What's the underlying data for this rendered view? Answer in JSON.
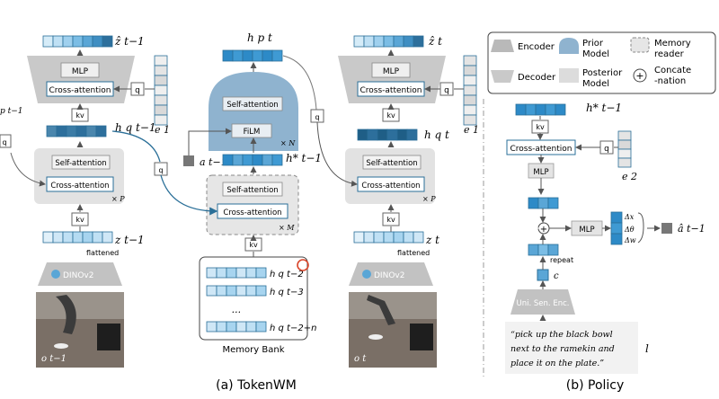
{
  "captions": {
    "left": "(a) TokenWM",
    "right": "(b) Policy"
  },
  "colors": {
    "token_dark": "#2d6f9c",
    "token_mid": "#5aa6d6",
    "token_light": "#bfe0f4",
    "prior": "#8fb3cf",
    "posterior": "#dcdcdc",
    "encoder": "#b9b9b9",
    "decoder": "#c9c9c9",
    "box_border": "#2a6f98",
    "memory_fill": "#e6e6e6",
    "image_bg": "#7a6f66",
    "action_gray": "#777777"
  },
  "legend": {
    "encoder": "Encoder",
    "decoder": "Decoder",
    "prior": "Prior Model",
    "posterior": "Posterior Model",
    "memory": "Memory reader",
    "concat": "Concate -nation"
  },
  "left_block": {
    "out_label": "ẑ t−1",
    "mlp": "MLP",
    "xattn": "Cross-attention",
    "q": "q",
    "kv": "kv",
    "h_label": "h q t−1",
    "self_attn": "Self-attention",
    "xattn2": "Cross-attention",
    "times": "× P",
    "kv2": "kv",
    "z_label": "z t−1",
    "flattened": "flattened",
    "encoder": "DINOv2",
    "image_label": "o t−1",
    "e_label": "e 1",
    "edge_label": "p t−1",
    "edge_q": "q"
  },
  "middle_block": {
    "hp_label": "h p t",
    "self_attn": "Self-attention",
    "film": "FiLM",
    "times_n": "× N",
    "a_label": "a t−1",
    "h_star_label": "h* t−1",
    "self_attn2": "Self-attention",
    "xattn": "Cross-attention",
    "times_m": "× M",
    "kv": "kv",
    "q": "q",
    "mem_title": "Memory Bank",
    "mem_rows": [
      "h q t−2",
      "h q t−3",
      "...",
      "h q t−2+n"
    ]
  },
  "right_block": {
    "out_label": "ẑ t",
    "mlp": "MLP",
    "xattn": "Cross-attention",
    "q": "q",
    "kv": "kv",
    "h_label": "h q t",
    "self_attn": "Self-attention",
    "xattn2": "Cross-attention",
    "times": "× P",
    "kv2": "kv",
    "z_label": "z t",
    "flattened": "flattened",
    "encoder": "DINOv2",
    "image_label": "o t",
    "e_label": "e 1",
    "q_side": "q"
  },
  "policy": {
    "h_label": "h* t−1",
    "kv": "kv",
    "xattn": "Cross-attention",
    "q": "q",
    "e_label": "e 2",
    "mlp": "MLP",
    "mlp2": "MLP",
    "plus": "⊕",
    "repeat": "repeat",
    "c_label": "c",
    "enc": "Uni. Sen. Enc.",
    "dx": "Δx",
    "dtheta": "Δθ",
    "dw": "Δw",
    "a_hat": "â t−1",
    "instruction": "“pick up the black bowl next to the ramekin and place it on the plate.”",
    "l_label": "l"
  }
}
